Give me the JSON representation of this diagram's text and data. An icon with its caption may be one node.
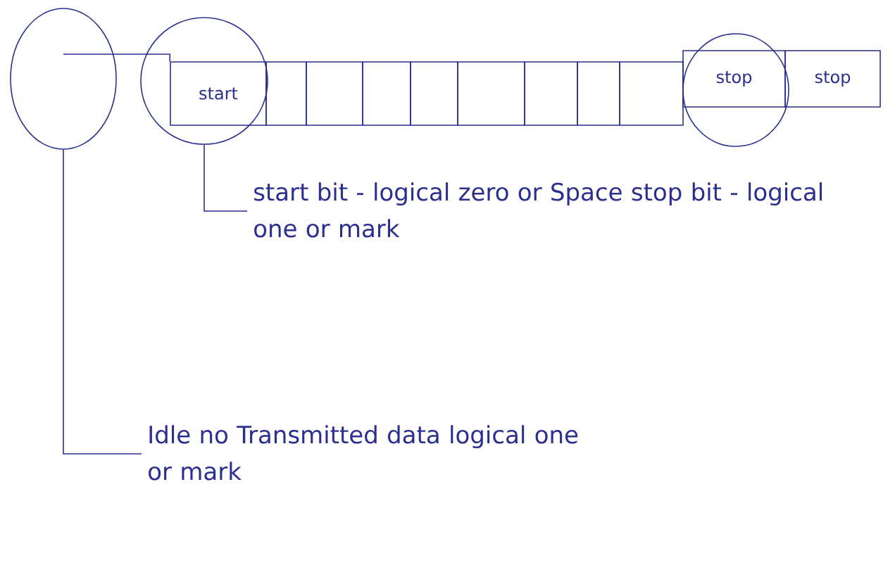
{
  "diagram": {
    "nodes": [
      {
        "text": [],
        "shape": "circle"
      },
      {
        "text": [],
        "shape": "circle"
      },
      {
        "text": [
          "start"
        ],
        "in": 1
      },
      {
        "text": [],
        "shape": "box"
      },
      {
        "text": [],
        "shape": "box"
      },
      {
        "text": [],
        "shape": "box"
      },
      {
        "text": [],
        "shape": "box"
      },
      {
        "text": [],
        "shape": "box"
      },
      {
        "text": [],
        "shape": "box"
      },
      {
        "text": [],
        "shape": "box"
      },
      {
        "text": [],
        "shape": "box"
      },
      {
        "text": [],
        "shape": "circle"
      },
      {
        "text": [
          "stop"
        ],
        "in": 11
      },
      {
        "text": [
          "stop"
        ]
      },
      {
        "text": [
          "start bit - logical zero or Space stop bit - logical one or mark"
        ]
      },
      {
        "text": [
          "Idle no Transmitted data logical one or mark"
        ]
      }
    ],
    "edges": [
      {
        "from": 14,
        "to": 1,
        "arrow": "none"
      },
      {
        "from": 15,
        "to": 0,
        "arrow": "none"
      },
      {
        "from": 0,
        "to": 2,
        "arrow": "none"
      }
    ]
  }
}
